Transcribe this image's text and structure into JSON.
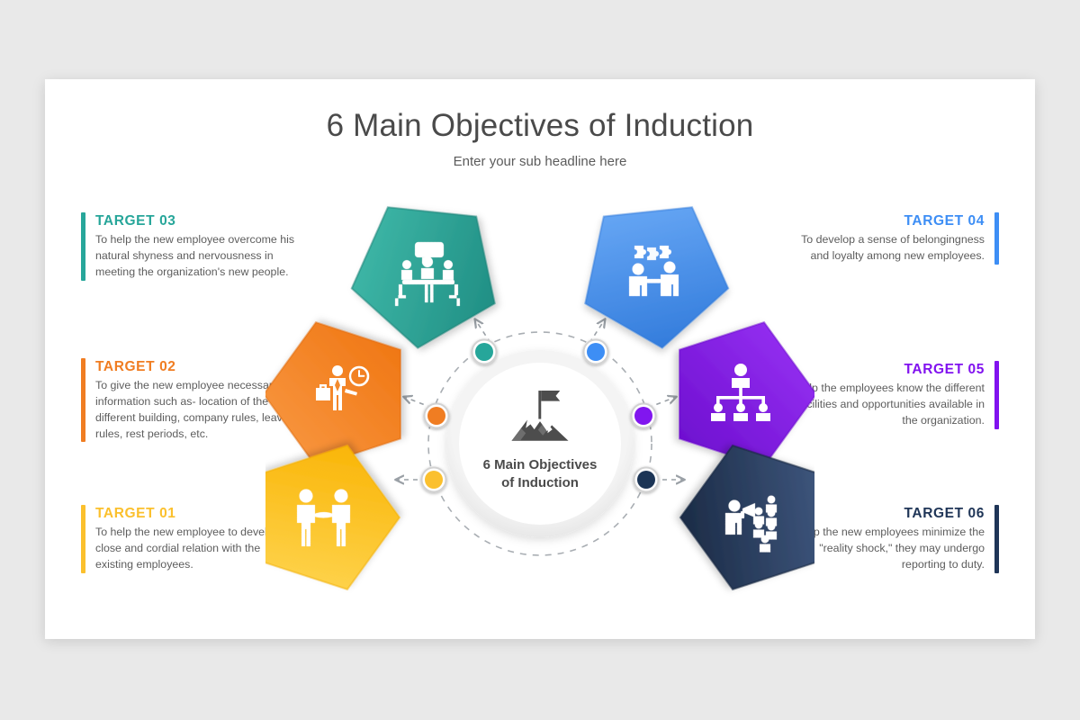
{
  "slide": {
    "title": "6 Main Objectives of Induction",
    "subtitle": "Enter your sub headline here",
    "background": "#e9e9e9",
    "card_background": "#ffffff"
  },
  "center": {
    "icon": "mountain-flag-icon",
    "line1": "6 Main Objectives",
    "line2": "of Induction",
    "ring_color": "#f0f0f0",
    "dash_color": "#9aa0a6"
  },
  "targets": [
    {
      "id": "target-01",
      "label": "TARGET 01",
      "description": "To help the new employee to develop a close and cordial relation with the existing employees.",
      "color": "#fbc02d",
      "color_light": "#ffd95a",
      "color_dark": "#e8a800",
      "icon": "handshake-icon",
      "side": "left"
    },
    {
      "id": "target-02",
      "label": "TARGET 02",
      "description": "To give the new employee necessary information such as- location of the different building, company rules, leave rules, rest periods, etc.",
      "color": "#f07d22",
      "color_light": "#f99a45",
      "color_dark": "#d96a14",
      "icon": "businessman-clock-icon",
      "side": "left"
    },
    {
      "id": "target-03",
      "label": "TARGET 03",
      "description": "To help the new employee overcome his natural shyness and nervousness in meeting the organization's new people.",
      "color": "#27a69a",
      "color_light": "#44bfae",
      "color_dark": "#1d8a80",
      "icon": "meeting-discussion-icon",
      "side": "left"
    },
    {
      "id": "target-04",
      "label": "TARGET 04",
      "description": "To develop a sense of belongingness and loyalty among new employees.",
      "color": "#3d8ef5",
      "color_light": "#68a9f8",
      "color_dark": "#2d77d9",
      "icon": "puzzle-collaboration-icon",
      "side": "right"
    },
    {
      "id": "target-05",
      "label": "TARGET 05",
      "description": "To help the employees know the different facilities and opportunities available in the organization.",
      "color": "#8112ef",
      "color_light": "#9b35f7",
      "color_dark": "#6a0ccc",
      "icon": "org-chart-icon",
      "side": "right"
    },
    {
      "id": "target-06",
      "label": "TARGET 06",
      "description": "To help the new employees minimize the \"reality shock,\" they may undergo reporting to duty.",
      "color": "#1f3557",
      "color_light": "#415a7e",
      "color_dark": "#15253d",
      "icon": "megaphone-crowd-icon",
      "side": "right"
    }
  ]
}
